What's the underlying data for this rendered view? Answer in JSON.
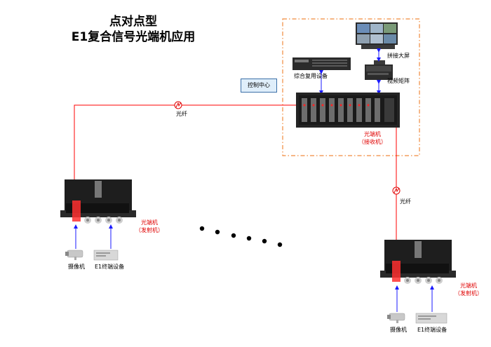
{
  "title": {
    "line1": "点对点型",
    "line2": "E1复合信号光端机应用"
  },
  "control_center": {
    "label": "控制中心"
  },
  "center_devices": {
    "mux_label": "综合复用设备",
    "screen_label": "拼接大屏",
    "matrix_label": "视频矩阵",
    "receiver_label_1": "光端机",
    "receiver_label_2": "（接收机）"
  },
  "fiber_label_top": "光纤",
  "fiber_label_right": "光纤",
  "left_station": {
    "transmitter_label_1": "光端机",
    "transmitter_label_2": "（发射机）",
    "camera_label": "摄像机",
    "e1_label": "E1终端设备"
  },
  "right_station": {
    "transmitter_label_1": "光端机",
    "transmitter_label_2": "（发射机）",
    "camera_label": "摄像机",
    "e1_label": "E1终端设备"
  },
  "colors": {
    "fiber": "#ff0000",
    "arrow": "#1a1aff",
    "dashed_box": "#f08a3c"
  }
}
